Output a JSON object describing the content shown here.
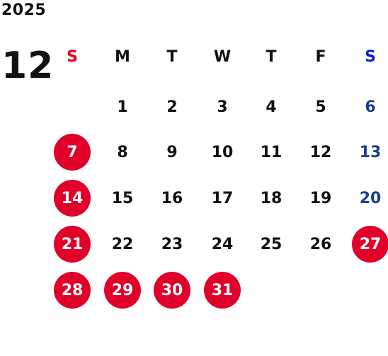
{
  "calendar": {
    "year": "2025",
    "month": "12",
    "weekdays": [
      "S",
      "M",
      "T",
      "W",
      "T",
      "F",
      "S"
    ],
    "weekday_colors": [
      "#e8001c",
      "#111111",
      "#111111",
      "#111111",
      "#111111",
      "#111111",
      "#0a1fd6"
    ],
    "colors": {
      "holiday_circle": "#e0002a",
      "saturday_text": "#1a3f8f",
      "weekday_text": "#111111",
      "circle_text": "#ffffff"
    },
    "first_weekday_index": 1,
    "days": [
      {
        "day": "1"
      },
      {
        "day": "2"
      },
      {
        "day": "3"
      },
      {
        "day": "4"
      },
      {
        "day": "5"
      },
      {
        "day": "6"
      },
      {
        "day": "7",
        "circle": true
      },
      {
        "day": "8"
      },
      {
        "day": "9"
      },
      {
        "day": "10"
      },
      {
        "day": "11"
      },
      {
        "day": "12"
      },
      {
        "day": "13"
      },
      {
        "day": "14",
        "circle": true
      },
      {
        "day": "15"
      },
      {
        "day": "16"
      },
      {
        "day": "17"
      },
      {
        "day": "18"
      },
      {
        "day": "19"
      },
      {
        "day": "20"
      },
      {
        "day": "21",
        "circle": true
      },
      {
        "day": "22"
      },
      {
        "day": "23"
      },
      {
        "day": "24"
      },
      {
        "day": "25"
      },
      {
        "day": "26"
      },
      {
        "day": "27",
        "circle": true
      },
      {
        "day": "28",
        "circle": true
      },
      {
        "day": "29",
        "circle": true
      },
      {
        "day": "30",
        "circle": true
      },
      {
        "day": "31",
        "circle": true
      }
    ]
  }
}
